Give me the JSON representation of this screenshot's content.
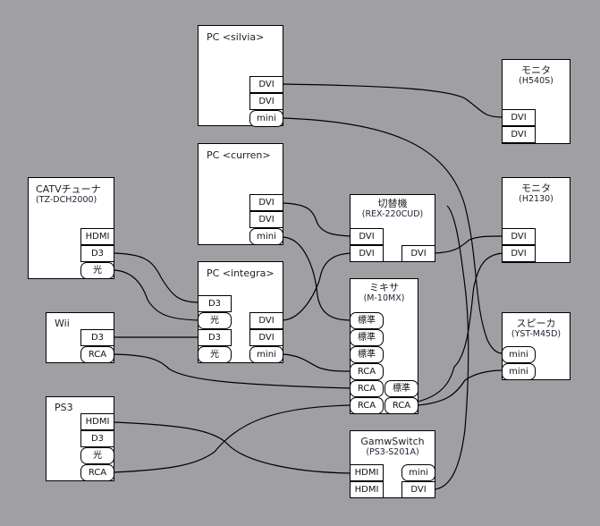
{
  "devices": {
    "pc_silvia": {
      "title": "PC <silvia>",
      "ports": [
        "DVI",
        "DVI",
        "mini"
      ]
    },
    "monitor_h540s": {
      "title": "モニタ",
      "model": "(H540S)",
      "ports": [
        "DVI",
        "DVI"
      ]
    },
    "pc_curren": {
      "title": "PC <curren>",
      "ports": [
        "DVI",
        "DVI",
        "mini"
      ]
    },
    "catv": {
      "title": "CATVチューナ",
      "model": "(TZ-DCH2000)",
      "ports": [
        "HDMI",
        "D3",
        "光"
      ]
    },
    "switcher": {
      "title": "切替機",
      "model": "(REX-220CUD)",
      "ports_in": [
        "DVI",
        "DVI"
      ],
      "ports_out": [
        "DVI"
      ]
    },
    "monitor_h2130": {
      "title": "モニタ",
      "model": "(H2130)",
      "ports": [
        "DVI",
        "DVI"
      ]
    },
    "pc_integra": {
      "title": "PC <integra>",
      "ports_in": [
        "D3",
        "光",
        "D3",
        "光"
      ],
      "ports_out": [
        "DVI",
        "DVI",
        "mini"
      ]
    },
    "mixer": {
      "title": "ミキサ",
      "model": "(M-10MX)",
      "ports_in": [
        "標準",
        "標準",
        "標準",
        "RCA",
        "RCA",
        "RCA"
      ],
      "ports_out": [
        "標準",
        "RCA"
      ]
    },
    "speaker": {
      "title": "スピーカ",
      "model": "(YST-M45D)",
      "ports": [
        "mini",
        "mini"
      ]
    },
    "wii": {
      "title": "Wii",
      "ports": [
        "D3",
        "RCA"
      ]
    },
    "ps3": {
      "title": "PS3",
      "ports": [
        "HDMI",
        "D3",
        "光",
        "RCA"
      ]
    },
    "gameswitch": {
      "title": "GamwSwitch",
      "model": "(PS3-S201A)",
      "ports_in": [
        "HDMI",
        "HDMI"
      ],
      "ports_out": [
        "mini",
        "DVI"
      ]
    }
  },
  "colors": {
    "background": "#a09fa4",
    "box": "#ffffff",
    "line": "#000000"
  }
}
